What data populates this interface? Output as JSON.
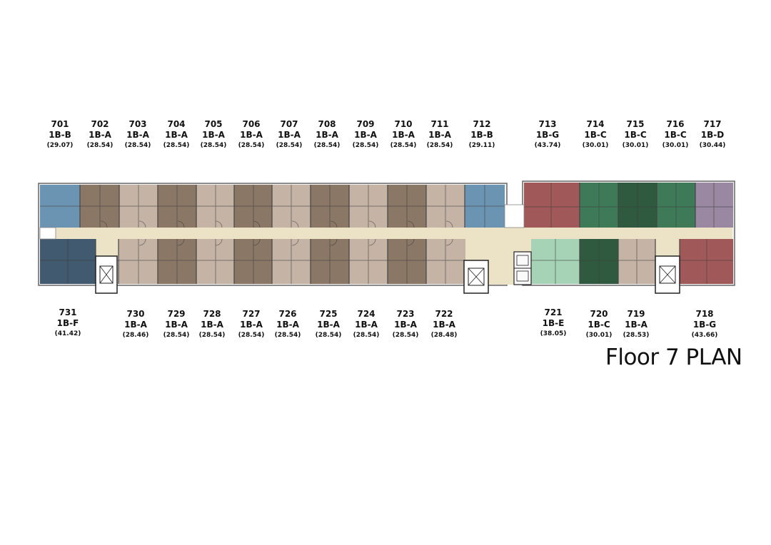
{
  "title": "Floor 7 PLAN",
  "colors": {
    "1B-A-light": "#c5b3a5",
    "1B-A-dark": "#8b7766",
    "1B-B": "#6b94b3",
    "1B-C": "#3f7a58",
    "1B-C-dark": "#2f5a40",
    "1B-D": "#9a87a2",
    "1B-E": "#a6d3b5",
    "1B-F": "#415a70",
    "1B-G": "#a05858",
    "corridor": "#ece3c6"
  },
  "units_top": [
    {
      "number": "701",
      "type": "1B-B",
      "area": "(29.07)"
    },
    {
      "number": "702",
      "type": "1B-A",
      "area": "(28.54)"
    },
    {
      "number": "703",
      "type": "1B-A",
      "area": "(28.54)"
    },
    {
      "number": "704",
      "type": "1B-A",
      "area": "(28.54)"
    },
    {
      "number": "705",
      "type": "1B-A",
      "area": "(28.54)"
    },
    {
      "number": "706",
      "type": "1B-A",
      "area": "(28.54)"
    },
    {
      "number": "707",
      "type": "1B-A",
      "area": "(28.54)"
    },
    {
      "number": "708",
      "type": "1B-A",
      "area": "(28.54)"
    },
    {
      "number": "709",
      "type": "1B-A",
      "area": "(28.54)"
    },
    {
      "number": "710",
      "type": "1B-A",
      "area": "(28.54)"
    },
    {
      "number": "711",
      "type": "1B-A",
      "area": "(28.54)"
    },
    {
      "number": "712",
      "type": "1B-B",
      "area": "(29.11)"
    },
    {
      "number": "713",
      "type": "1B-G",
      "area": "(43.74)"
    },
    {
      "number": "714",
      "type": "1B-C",
      "area": "(30.01)"
    },
    {
      "number": "715",
      "type": "1B-C",
      "area": "(30.01)"
    },
    {
      "number": "716",
      "type": "1B-C",
      "area": "(30.01)"
    },
    {
      "number": "717",
      "type": "1B-D",
      "area": "(30.44)"
    }
  ],
  "units_bottom": [
    {
      "number": "731",
      "type": "1B-F",
      "area": "(41.42)"
    },
    {
      "number": "730",
      "type": "1B-A",
      "area": "(28.46)"
    },
    {
      "number": "729",
      "type": "1B-A",
      "area": "(28.54)"
    },
    {
      "number": "728",
      "type": "1B-A",
      "area": "(28.54)"
    },
    {
      "number": "727",
      "type": "1B-A",
      "area": "(28.54)"
    },
    {
      "number": "726",
      "type": "1B-A",
      "area": "(28.54)"
    },
    {
      "number": "725",
      "type": "1B-A",
      "area": "(28.54)"
    },
    {
      "number": "724",
      "type": "1B-A",
      "area": "(28.54)"
    },
    {
      "number": "723",
      "type": "1B-A",
      "area": "(28.54)"
    },
    {
      "number": "722",
      "type": "1B-A",
      "area": "(28.48)"
    },
    {
      "number": "721",
      "type": "1B-E",
      "area": "(38.05)"
    },
    {
      "number": "720",
      "type": "1B-C",
      "area": "(30.01)"
    },
    {
      "number": "719",
      "type": "1B-A",
      "area": "(28.53)"
    },
    {
      "number": "718",
      "type": "1B-G",
      "area": "(43.66)"
    }
  ]
}
